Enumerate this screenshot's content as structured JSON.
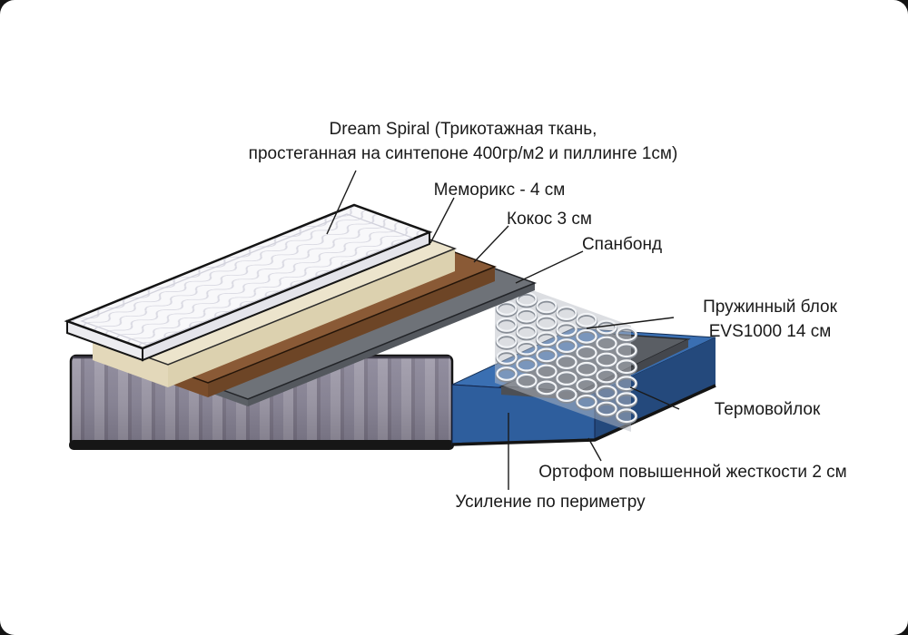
{
  "diagram": {
    "title": "Mattress layers cutaway diagram",
    "callouts": {
      "dream_spiral": {
        "line1": "Dream Spiral (Трикотажная ткань,",
        "line2": "простеганная на синтепоне 400гр/м2 и пиллинге 1см)"
      },
      "memorix": {
        "label": "Меморикс - 4 см"
      },
      "coconut": {
        "label": "Кокос 3 см"
      },
      "spunbond": {
        "label": "Спанбонд"
      },
      "spring_block": {
        "line1": "Пружинный блок",
        "line2": "EVS1000 14 см"
      },
      "thermofelt": {
        "label": "Термовойлок"
      },
      "orthofoam": {
        "label": "Ортофом повышенной жесткости 2 см"
      },
      "perimeter": {
        "label": "Усиление по периметру"
      }
    },
    "colors": {
      "outline": "#161616",
      "quilt_top": "#f8f8fa",
      "quilt_stitch": "#d9d9e2",
      "memorix": "#ece4cc",
      "memorix_front": "#dcd1af",
      "coconut": "#8a5a36",
      "coconut_front": "#6d4526",
      "spunbond": "#6e7278",
      "spunbond_front": "#54585e",
      "springs": "#f2f4f7",
      "spring_backdrop": "#b9bec6",
      "thermofelt": "#5a5e64",
      "thermofelt_front": "#44474d",
      "orthofoam_top": "#3a6fb2",
      "orthofoam_front": "#2e5e9d",
      "orthofoam_side": "#24497c",
      "cover": "#a7a3b1",
      "cover_dark": "#938fa0",
      "leader": "#1a1a1a"
    }
  }
}
